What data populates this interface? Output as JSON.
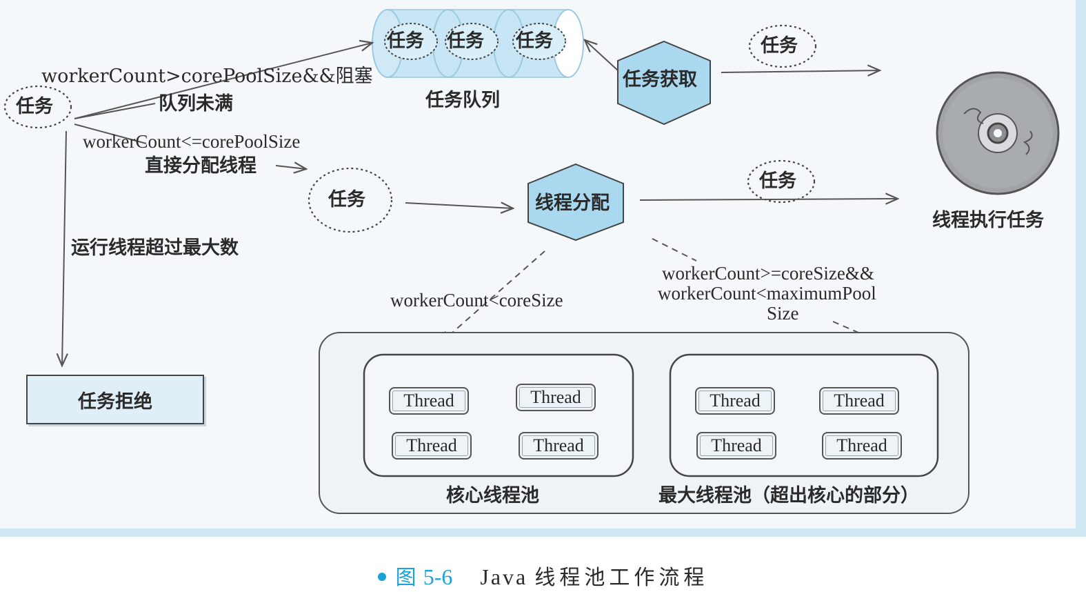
{
  "diagram": {
    "task_queue": {
      "items": [
        "任务",
        "任务",
        "任务"
      ],
      "label": "任务队列"
    },
    "task_fetch": "任务获取",
    "thread_assign": "线程分配",
    "task_reject": "任务拒绝",
    "incoming_task": "任务",
    "direct_task": "任务",
    "flow_task_top": "任务",
    "flow_task_mid": "任务",
    "executor_label": "线程执行任务",
    "conditions": {
      "to_queue_line1": "workerCount>corePoolSize&&阻塞",
      "to_queue_line2": "队列未满",
      "direct_line1": "workerCount<=corePoolSize",
      "direct_line2": "直接分配线程",
      "reject": "运行线程超过最大数",
      "core": "workerCount<coreSize",
      "max_line1": "workerCount>=coreSize&&",
      "max_line2": "workerCount<maximumPool",
      "max_line3": "Size"
    },
    "core_pool": {
      "threads": [
        "Thread",
        "Thread",
        "Thread",
        "Thread"
      ],
      "label": "核心线程池"
    },
    "max_pool": {
      "threads": [
        "Thread",
        "Thread",
        "Thread",
        "Thread"
      ],
      "label": "最大线程池（超出核心的部分）"
    }
  },
  "caption": {
    "figure": "图",
    "number": "5-6",
    "title_en": "Java",
    "title_zh": "线程池工作流程"
  },
  "colors": {
    "accent_blue": "#1aa3d9",
    "node_fill": "#a9d8ef",
    "panel": "#f5f8fa",
    "stroke": "#444444"
  }
}
